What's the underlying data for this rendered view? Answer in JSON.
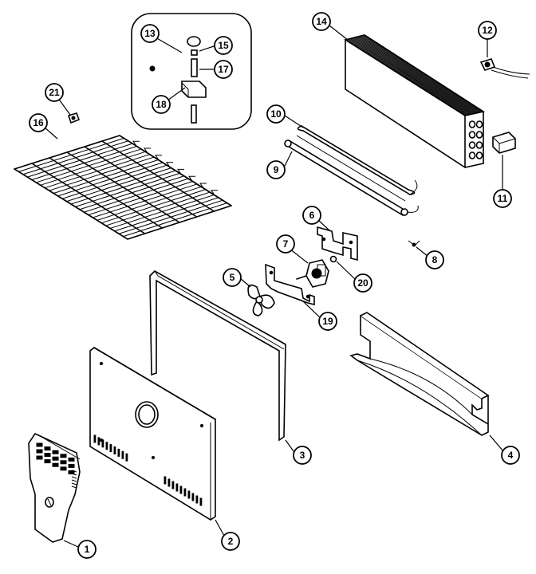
{
  "callouts": [
    {
      "id": "1",
      "label": "1"
    },
    {
      "id": "2",
      "label": "2"
    },
    {
      "id": "3",
      "label": "3"
    },
    {
      "id": "4",
      "label": "4"
    },
    {
      "id": "5",
      "label": "5"
    },
    {
      "id": "6",
      "label": "6"
    },
    {
      "id": "7",
      "label": "7"
    },
    {
      "id": "8",
      "label": "8"
    },
    {
      "id": "9",
      "label": "9"
    },
    {
      "id": "10",
      "label": "10"
    },
    {
      "id": "11",
      "label": "11"
    },
    {
      "id": "12",
      "label": "12"
    },
    {
      "id": "13",
      "label": "13"
    },
    {
      "id": "14",
      "label": "14"
    },
    {
      "id": "15",
      "label": "15"
    },
    {
      "id": "16",
      "label": "16"
    },
    {
      "id": "17",
      "label": "17"
    },
    {
      "id": "18",
      "label": "18"
    },
    {
      "id": "19",
      "label": "19"
    },
    {
      "id": "20",
      "label": "20"
    },
    {
      "id": "21",
      "label": "21"
    }
  ],
  "colors": {
    "ink": "#000000",
    "background": "#ffffff"
  }
}
